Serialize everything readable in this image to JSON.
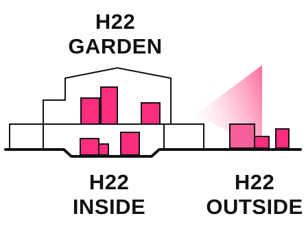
{
  "labels": {
    "garden": {
      "line1": "H22",
      "line2": "GARDEN"
    },
    "inside": {
      "line1": "H22",
      "line2": "INSIDE"
    },
    "outside": {
      "line1": "H22",
      "line2": "OUTSIDE"
    }
  },
  "colors": {
    "accent": "#ff2d7e",
    "outline": "#111111",
    "background": "#ffffff",
    "light_beam": "#ff7aa8"
  }
}
